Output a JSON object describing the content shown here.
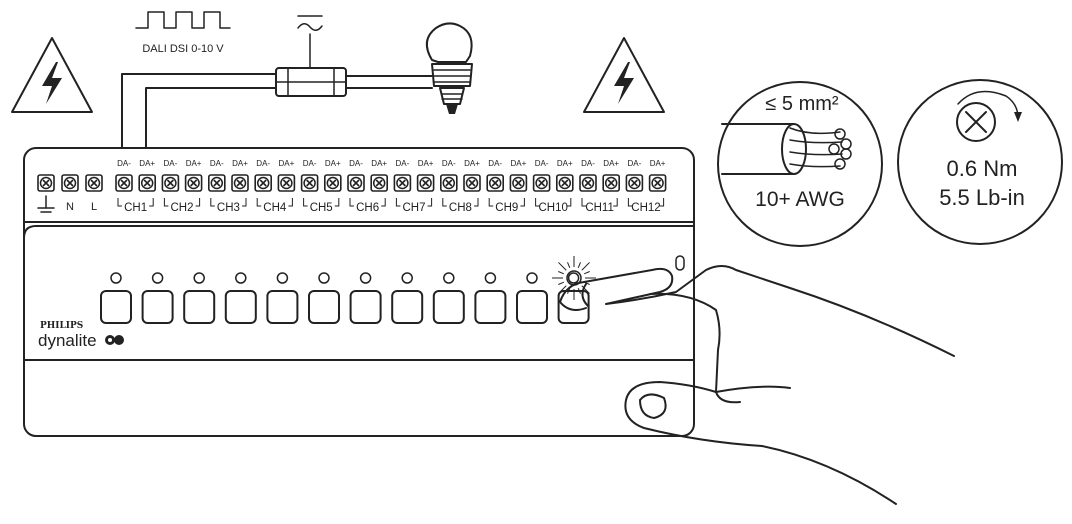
{
  "signal": {
    "label": "DALI DSI 0-10 V"
  },
  "terminals": {
    "power_labels": [
      "N",
      "L"
    ],
    "pair_labels": [
      "DA-",
      "DA+"
    ],
    "channels": [
      "CH1",
      "CH2",
      "CH3",
      "CH4",
      "CH5",
      "CH6",
      "CH7",
      "CH8",
      "CH9",
      "CH10",
      "CH11",
      "CH12"
    ],
    "active_channel": "CH12"
  },
  "brand": {
    "name": "PHILIPS",
    "product": "dynalite"
  },
  "wire_spec": {
    "size": "≤ 5 mm²",
    "awg": "10+ AWG"
  },
  "torque_spec": {
    "metric": "0.6 Nm",
    "imperial": "5.5 Lb-in"
  },
  "icons": [
    "warning-high-voltage-icon",
    "square-wave-icon",
    "ac-sine-icon",
    "light-bulb-icon",
    "ground-icon",
    "screw-head-icon",
    "stripped-wire-icon",
    "hand-pressing-icon"
  ]
}
